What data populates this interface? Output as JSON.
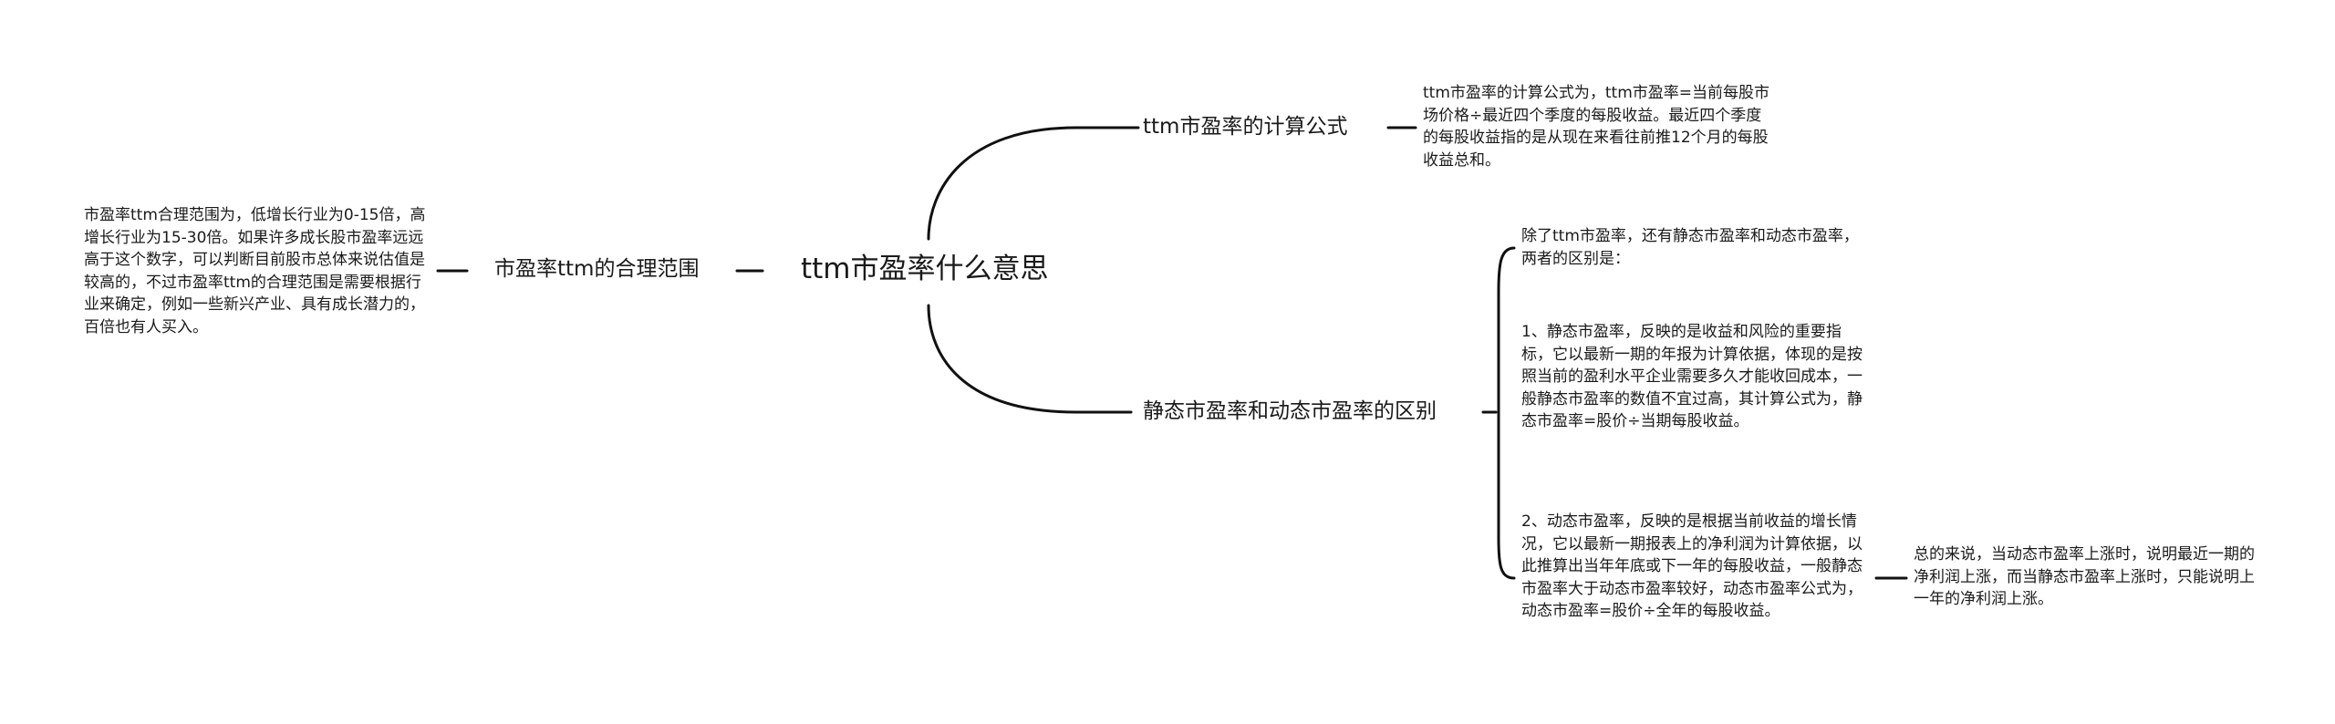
{
  "mindmap": {
    "root": "ttm市盈率什么意思",
    "left": {
      "topic": "市盈率ttm的合理范围",
      "note": "市盈率ttm合理范围为，低增长行业为0-15倍，高增长行业为15-30倍。如果许多成长股市盈率远远高于这个数字，可以判断目前股市总体来说估值是较高的，不过市盈率ttm的合理范围是需要根据行业来确定，例如一些新兴产业、具有成长潜力的，百倍也有人买入。"
    },
    "right_top": {
      "topic": "ttm市盈率的计算公式",
      "note": "ttm市盈率的计算公式为，ttm市盈率=当前每股市场价格÷最近四个季度的每股收益。最近四个季度的每股收益指的是从现在来看往前推12个月的每股收益总和。"
    },
    "right_bottom": {
      "topic": "静态市盈率和动态市盈率的区别",
      "intro": "除了ttm市盈率，还有静态市盈率和动态市盈率，两者的区别是：",
      "point1": "1、静态市盈率，反映的是收益和风险的重要指标，它以最新一期的年报为计算依据，体现的是按照当前的盈利水平企业需要多久才能收回成本，一般静态市盈率的数值不宜过高，其计算公式为，静态市盈率=股价÷当期每股收益。",
      "point2": "2、动态市盈率，反映的是根据当前收益的增长情况，它以最新一期报表上的净利润为计算依据，以此推算出当年年底或下一年的每股收益，一般静态市盈率大于动态市盈率较好，动态市盈率公式为，动态市盈率=股价÷全年的每股收益。",
      "summary": "总的来说，当动态市盈率上涨时，说明最近一期的净利润上涨，而当静态市盈率上涨时，只能说明上一年的净利润上涨。"
    }
  }
}
